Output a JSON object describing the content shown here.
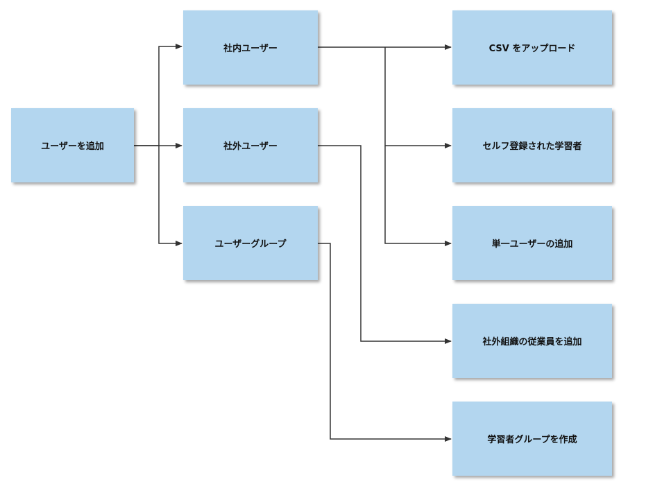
{
  "nodes": {
    "add_users": "ユーザーを追加",
    "internal_users": "社内ユーザー",
    "external_users": "社外ユーザー",
    "user_groups": "ユーザーグループ",
    "upload_csv": "CSV をアップロード",
    "self_registered": "セルフ登録された学習者",
    "add_single_user": "単一ユーザーの追加",
    "add_external_org_employees": "社外組織の従業員を追加",
    "create_learner_group": "学習者グループを作成"
  },
  "edges": [
    {
      "from": "add_users",
      "to": "internal_users"
    },
    {
      "from": "add_users",
      "to": "external_users"
    },
    {
      "from": "add_users",
      "to": "user_groups"
    },
    {
      "from": "internal_users",
      "to": "upload_csv"
    },
    {
      "from": "internal_users",
      "to": "self_registered"
    },
    {
      "from": "internal_users",
      "to": "add_single_user"
    },
    {
      "from": "external_users",
      "to": "add_external_org_employees"
    },
    {
      "from": "user_groups",
      "to": "create_learner_group"
    }
  ],
  "colors": {
    "node_fill": "#b3d6ef",
    "edge": "#333333"
  }
}
